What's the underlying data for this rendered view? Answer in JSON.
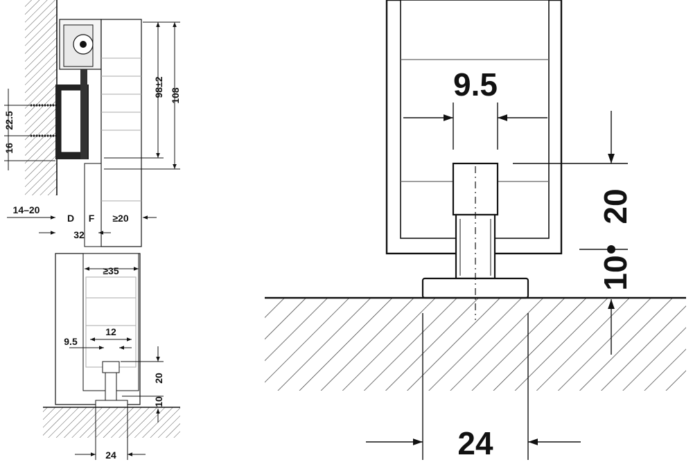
{
  "left_view": {
    "dims": {
      "top_height": "98±2",
      "total_height": "108",
      "screw_spacing": "22.5",
      "lower_offset": "16",
      "wall_gap": "14–20",
      "label_d": "D",
      "label_f": "F",
      "door_gap": "≥20",
      "track_width": "32",
      "inner_width": "≥35",
      "guide_width": "12",
      "guide_slot": "9.5",
      "guide_height": "20",
      "floor_offset": "10",
      "base_width": "24"
    }
  },
  "detail_view": {
    "dims": {
      "slot_width": "9.5",
      "guide_height": "20",
      "floor_offset": "10",
      "base_width": "24"
    }
  },
  "colors": {
    "line": "#111111",
    "fill": "#ffffff",
    "hatch": "#333333",
    "door_face": "#f4f4f4"
  }
}
